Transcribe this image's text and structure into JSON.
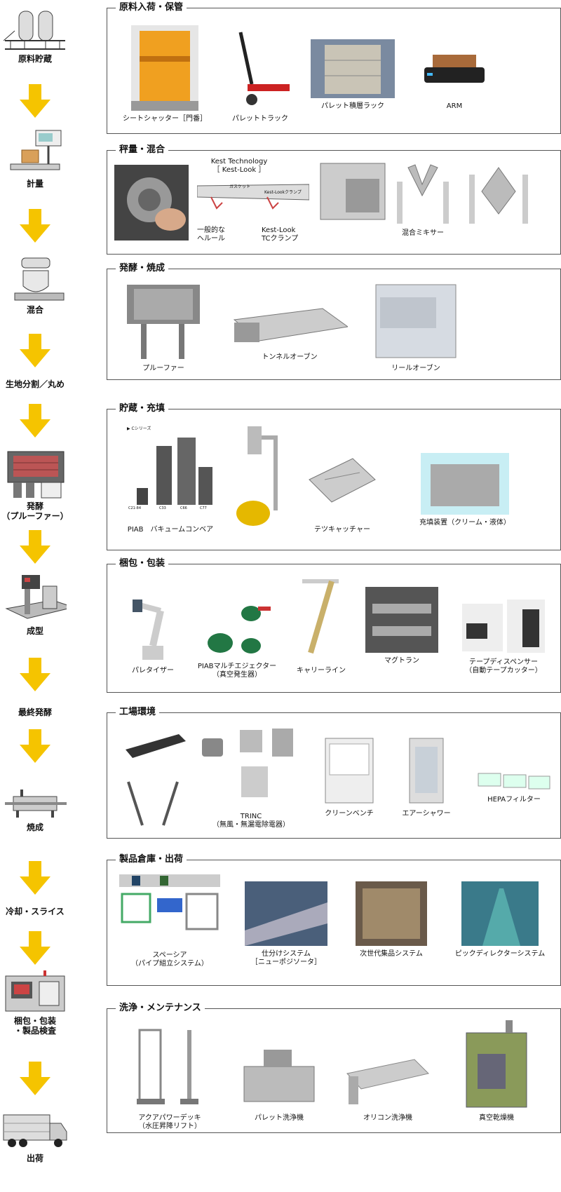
{
  "process_steps": [
    {
      "label": "原料貯蔵"
    },
    {
      "label": "計量"
    },
    {
      "label": "混合"
    },
    {
      "label": "生地分割／丸め"
    },
    {
      "label": "発酵\n（プルーファー）"
    },
    {
      "label": "成型"
    },
    {
      "label": "最終発酵"
    },
    {
      "label": "焼成"
    },
    {
      "label": "冷却・スライス"
    },
    {
      "label": "梱包・包装\n・製品検査"
    },
    {
      "label": "出荷"
    }
  ],
  "sections": [
    {
      "title": "原料入荷・保管",
      "items": [
        "シートシャッター［門番］",
        "パレットトラック",
        "パレット積層ラック",
        "ARM"
      ]
    },
    {
      "title": "秤量・混合",
      "items": [
        "混合ミキサー"
      ],
      "diagram": {
        "title": "Kest Technology\n［ Kest-Look ］",
        "left_label": "一般的な\nヘルール",
        "right_label": "Kest-Look\nTCクランプ",
        "small_1": "ガスケット",
        "small_2": "Kest-Lookクランプ"
      }
    },
    {
      "title": "発酵・焼成",
      "items": [
        "プルーファー",
        "トンネルオーブン",
        "リールオーブン"
      ]
    },
    {
      "title": "貯蔵・充填",
      "items": [
        "PIAB　バキュームコンベア",
        "テツキャッチャー",
        "充填装置（クリーム・液体）"
      ],
      "photo_labels": {
        "series": "▶ Cシリーズ",
        "models": [
          "C21-84",
          "C33",
          "C66",
          "C77"
        ]
      }
    },
    {
      "title": "梱包・包装",
      "items": [
        "パレタイザー",
        "PIABマルチエジェクター\n（真空発生器）",
        "キャリーライン",
        "マグトラン",
        "テープディスペンサー\n（自動テープカッター）"
      ]
    },
    {
      "title": "工場環境",
      "items": [
        "TRINC\n（無風・無漏電除電器）",
        "クリーンベンチ",
        "エアーシャワー",
        "HEPAフィルター"
      ]
    },
    {
      "title": "製品倉庫・出荷",
      "items": [
        "スペーシア\n（パイプ組立システム）",
        "仕分けシステム\n［ニューポジソータ］",
        "次世代集品システム",
        "ピックディレクターシステム"
      ]
    },
    {
      "title": "洗浄・メンテナンス",
      "items": [
        "アクアパワーデッキ\n（水圧昇降リフト）",
        "パレット洗浄機",
        "オリコン洗浄機",
        "真空乾燥機"
      ]
    }
  ],
  "colors": {
    "arrow": "#f5c400",
    "border": "#555555"
  }
}
